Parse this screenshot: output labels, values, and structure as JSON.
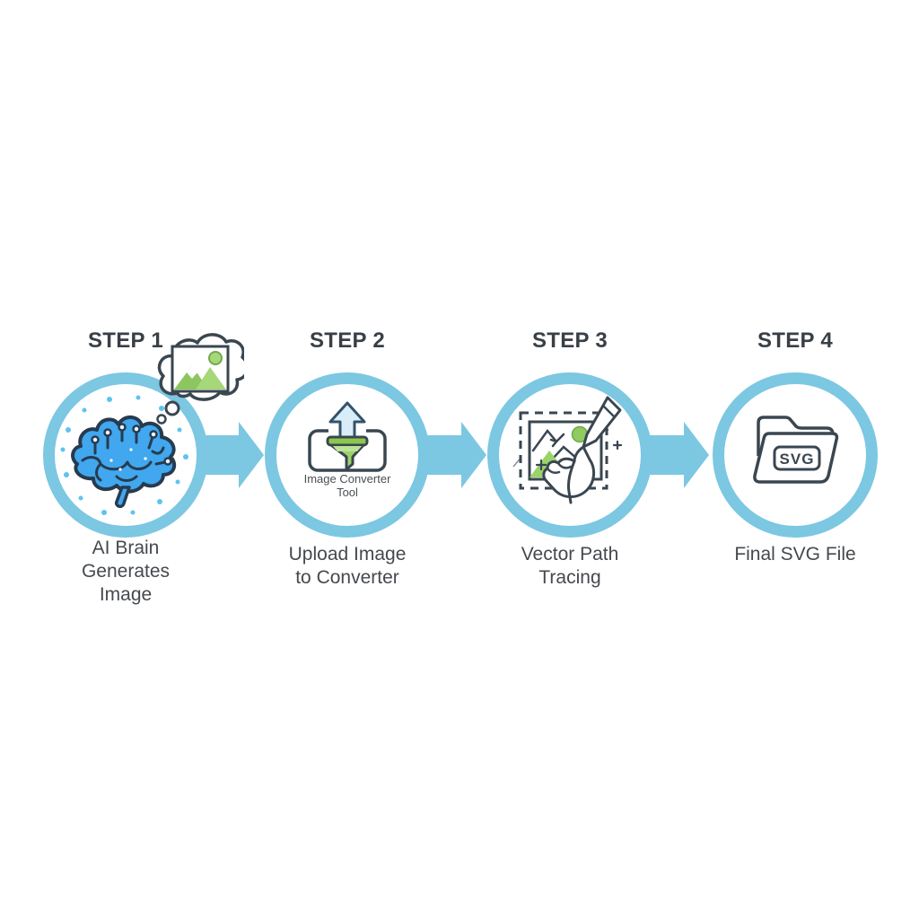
{
  "diagram": {
    "type": "process-flow",
    "background_color": "#ffffff",
    "accent_color": "#7cc7e2",
    "outline_color": "#3a4650",
    "brain_color": "#41a7ef",
    "green_color": "#9bd36b",
    "steps": [
      {
        "title": "STEP 1",
        "icon": "ai-brain-icon",
        "secondary_icon": "thought-bubble-image-icon",
        "caption_lines": [
          "AI Brain",
          "Generates",
          "Image"
        ]
      },
      {
        "title": "STEP 2",
        "icon": "image-converter-upload-icon",
        "icon_label_lines": [
          "Image Converter",
          "Tool"
        ],
        "caption_lines": [
          "Upload Image",
          "to Converter"
        ]
      },
      {
        "title": "STEP 3",
        "icon": "vector-path-tracing-icon",
        "caption_lines": [
          "Vector Path",
          "Tracing"
        ]
      },
      {
        "title": "STEP 4",
        "icon": "svg-folder-icon",
        "icon_text": "SVG",
        "caption_lines": [
          "Final SVG File"
        ]
      }
    ]
  }
}
